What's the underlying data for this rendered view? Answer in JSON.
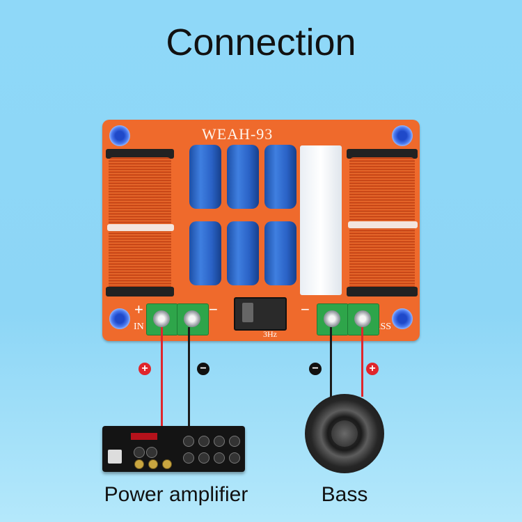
{
  "title": "Connection",
  "board": {
    "model": "WEAH-93",
    "input_label": "IN",
    "output_label": "BASS",
    "switch_label": "3Hz",
    "plus": "+",
    "minus": "−"
  },
  "polarity": {
    "plus": "+",
    "minus": "−"
  },
  "captions": {
    "amplifier": "Power amplifier",
    "bass": "Bass"
  },
  "colors": {
    "background": "#8fd8f8",
    "board": "#ef6a2c",
    "wire_positive": "#e0262c",
    "wire_negative": "#1b1b1b",
    "terminal": "#2ea54a",
    "capacitor": "#2a62c6"
  }
}
